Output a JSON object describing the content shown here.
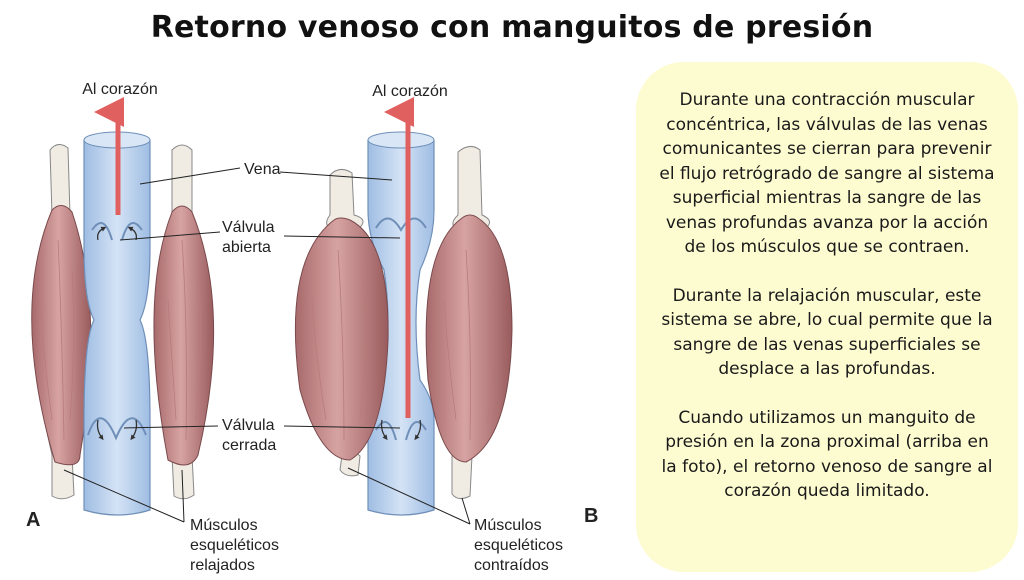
{
  "title": "Retorno venoso con manguitos de presión",
  "diagram": {
    "panel_a": {
      "letter": "A",
      "heart_label": "Al corazón",
      "vein_label": "Vena",
      "open_valve_label": [
        "Válvula",
        "abierta"
      ],
      "closed_valve_label": [
        "Válvula",
        "cerrada"
      ],
      "muscle_label": [
        "Músculos",
        "esqueléticos",
        "relajados"
      ]
    },
    "panel_b": {
      "letter": "B",
      "heart_label": "Al corazón",
      "muscle_label": [
        "Músculos",
        "esqueléticos",
        "contraídos"
      ]
    },
    "colors": {
      "muscle": "#c98e8e",
      "vein": "#bcd3ee",
      "arrow": "#e06060",
      "box": "#fdfbd0"
    }
  },
  "info": {
    "paragraphs": [
      "Durante una contracción muscular concéntrica, las válvulas de las venas comunicantes se cierran para prevenir el flujo retrógrado de sangre al sistema superficial mientras la sangre de las venas profundas avanza por la acción de los músculos que se contraen.",
      "Durante la relajación muscular, este sistema se abre, lo cual permite que la sangre de las venas superficiales se desplace a las profundas.",
      "Cuando utilizamos un manguito de presión en la zona proximal (arriba en la foto), el retorno venoso de sangre al corazón queda limitado."
    ]
  }
}
